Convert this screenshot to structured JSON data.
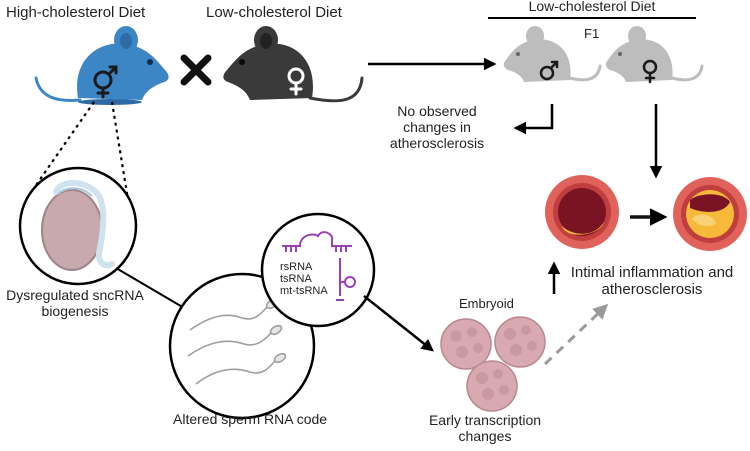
{
  "labels": {
    "high_diet": "High-cholesterol Diet",
    "low_diet": "Low-cholesterol Diet",
    "low_diet_f1": "Low-cholesterol Diet",
    "f1": "F1",
    "no_change": [
      "No observed",
      "changes in",
      "atherosclerosis"
    ],
    "dysregulated": [
      "Dysregulated sncRNA",
      "biogenesis"
    ],
    "rna_types": [
      "rsRNA",
      "tsRNA",
      "mt-tsRNA"
    ],
    "altered_sperm": "Altered sperm RNA code",
    "embryoid": "Embryoid",
    "early_changes": [
      "Early transcription",
      "changes"
    ],
    "outcome": [
      "Intimal inflammation and",
      "atherosclerosis"
    ]
  },
  "symbols": {
    "cross": "cross-icon",
    "male": "male-symbol-icon",
    "female": "female-symbol-icon"
  },
  "colors": {
    "blue_mouse": "#3d86c6",
    "dark_mouse": "#3a3a3a",
    "gray_mouse": "#bdbdbd",
    "artery": "#e0625a",
    "plaque_red": "#7a1424",
    "plaque_yellow": "#f7b93a",
    "embryo": "#d8a9b0",
    "rna_purple": "#9b3fb5"
  }
}
